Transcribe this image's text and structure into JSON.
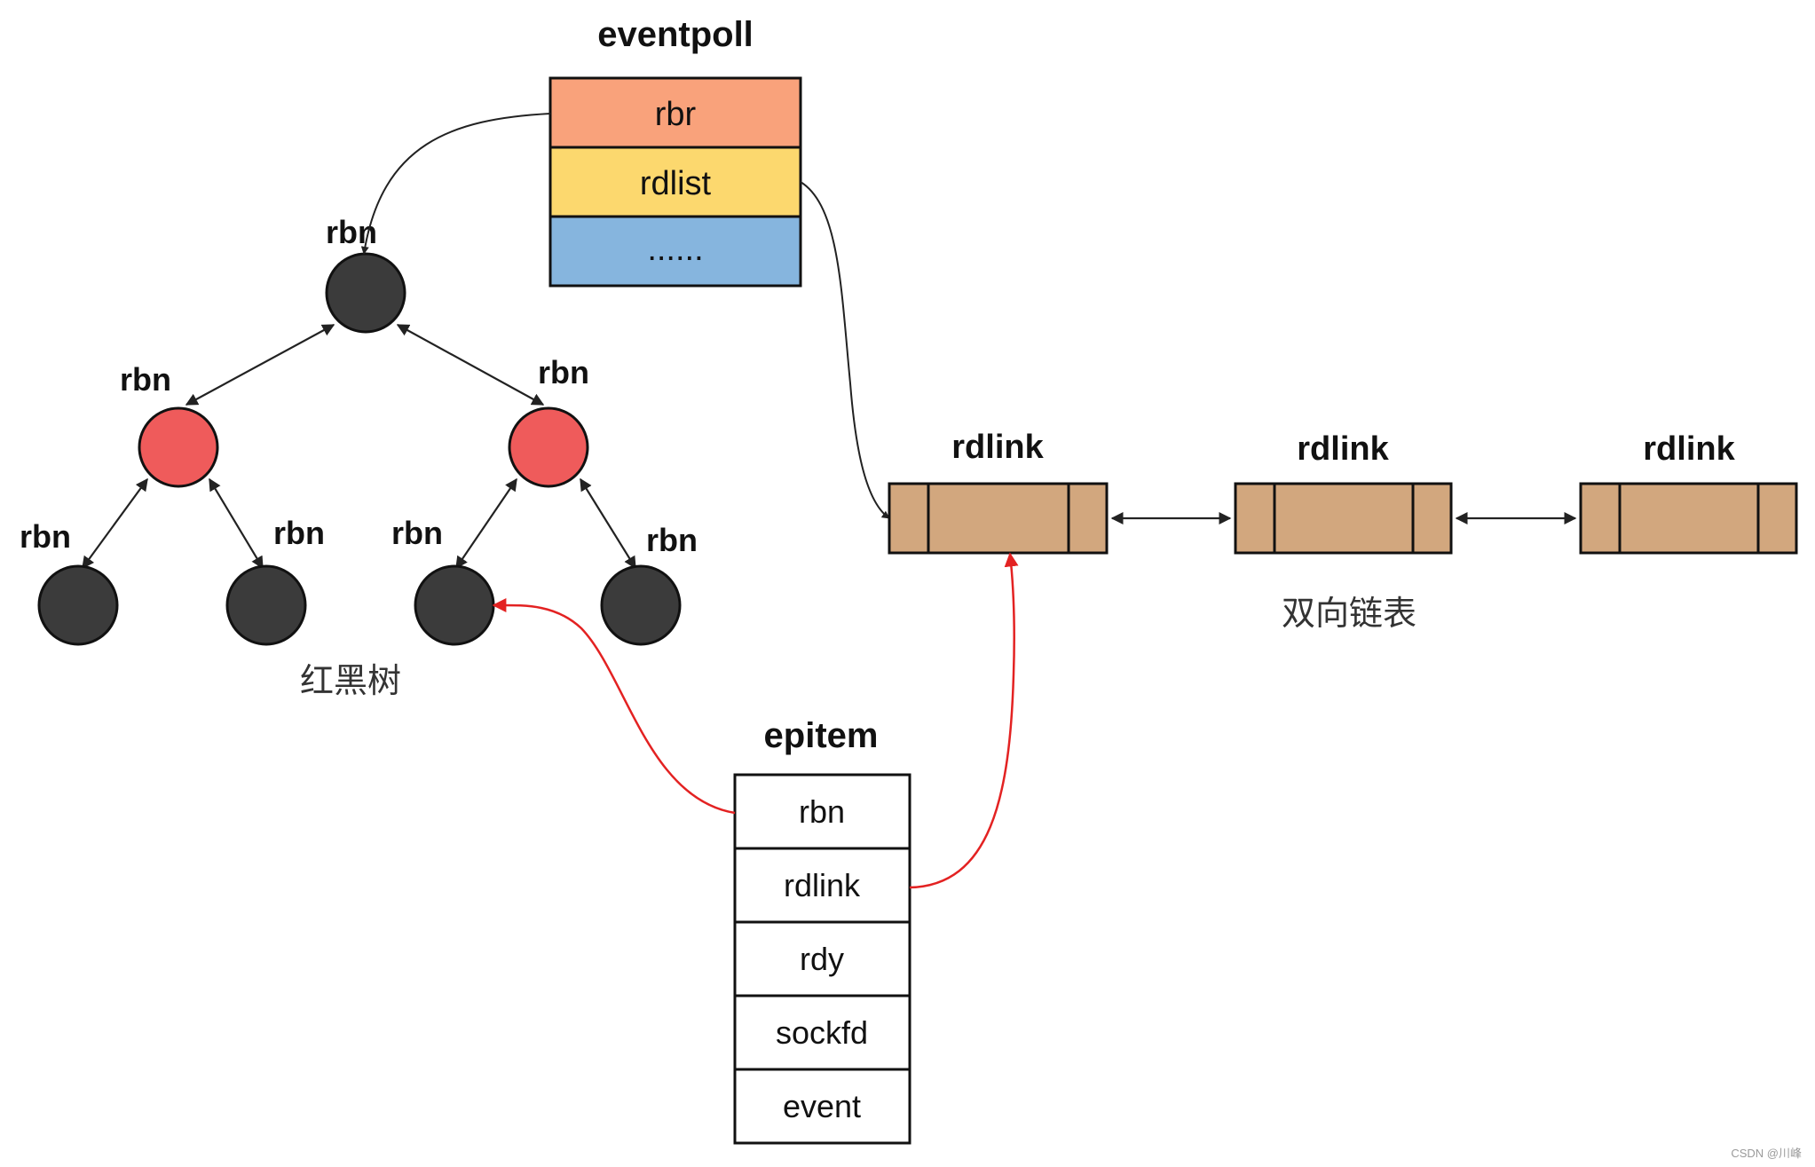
{
  "eventpoll": {
    "title": "eventpoll",
    "fields": [
      {
        "label": "rbr",
        "color": "#F9A27B"
      },
      {
        "label": "rdlist",
        "color": "#FCD86E"
      },
      {
        "label": "......",
        "color": "#86B5DE"
      }
    ]
  },
  "tree": {
    "caption": "红黑树",
    "node_label": "rbn",
    "colors": {
      "black": "#3B3B3B",
      "red": "#EF5B5B"
    },
    "nodes": [
      {
        "id": "root",
        "label": "rbn",
        "color": "black"
      },
      {
        "id": "left",
        "label": "rbn",
        "color": "red"
      },
      {
        "id": "right",
        "label": "rbn",
        "color": "red"
      },
      {
        "id": "left-left",
        "label": "rbn",
        "color": "black"
      },
      {
        "id": "left-right",
        "label": "rbn",
        "color": "black"
      },
      {
        "id": "right-left",
        "label": "rbn",
        "color": "black"
      },
      {
        "id": "right-right",
        "label": "rbn",
        "color": "black"
      }
    ]
  },
  "list": {
    "caption": "双向链表",
    "node_color": "#D2A77E",
    "nodes": [
      {
        "label": "rdlink"
      },
      {
        "label": "rdlink"
      },
      {
        "label": "rdlink"
      }
    ]
  },
  "epitem": {
    "title": "epitem",
    "fields": [
      "rbn",
      "rdlink",
      "rdy",
      "sockfd",
      "event"
    ]
  },
  "colors": {
    "red_arrow": "#E32222",
    "black_arrow": "#222222"
  },
  "watermark": "CSDN @川峰"
}
